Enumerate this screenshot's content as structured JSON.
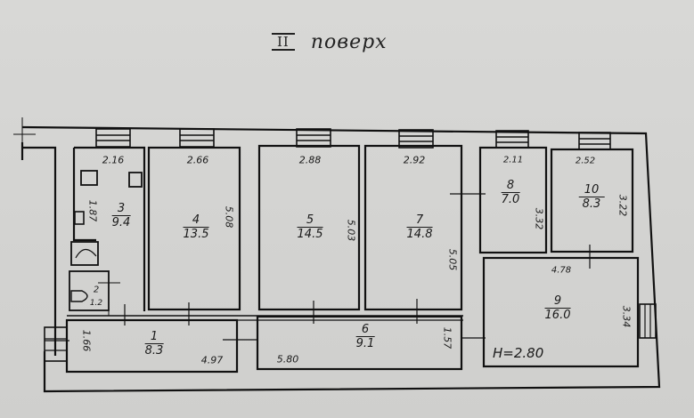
{
  "title": {
    "floor_roman": "II",
    "floor_word": "поверх"
  },
  "plan": {
    "ceiling_height": "H=2.80",
    "rooms": [
      {
        "id": "1",
        "number": "1",
        "area": "8.3",
        "dims": [
          "1.66",
          "4.97"
        ]
      },
      {
        "id": "2",
        "number": "2",
        "area": "1.2",
        "dims": []
      },
      {
        "id": "3",
        "number": "3",
        "area": "9.4",
        "dims": [
          "2.16",
          "1.87"
        ]
      },
      {
        "id": "4",
        "number": "4",
        "area": "13.5",
        "dims": [
          "2.66",
          "5.08"
        ]
      },
      {
        "id": "5",
        "number": "5",
        "area": "14.5",
        "dims": [
          "2.88",
          "5.03"
        ]
      },
      {
        "id": "6",
        "number": "6",
        "area": "9.1",
        "dims": [
          "5.80",
          "1.57"
        ]
      },
      {
        "id": "7",
        "number": "7",
        "area": "14.8",
        "dims": [
          "2.92",
          "5.05"
        ]
      },
      {
        "id": "8",
        "number": "8",
        "area": "7.0",
        "dims": [
          "2.11",
          "3.32"
        ]
      },
      {
        "id": "9",
        "number": "9",
        "area": "16.0",
        "dims": [
          "4.78",
          "3.34"
        ]
      },
      {
        "id": "10",
        "number": "10",
        "area": "8.3",
        "dims": [
          "2.52",
          "3.22"
        ]
      }
    ]
  },
  "colors": {
    "paper": "#d4d4d2",
    "ink": "#1a1a1a"
  }
}
